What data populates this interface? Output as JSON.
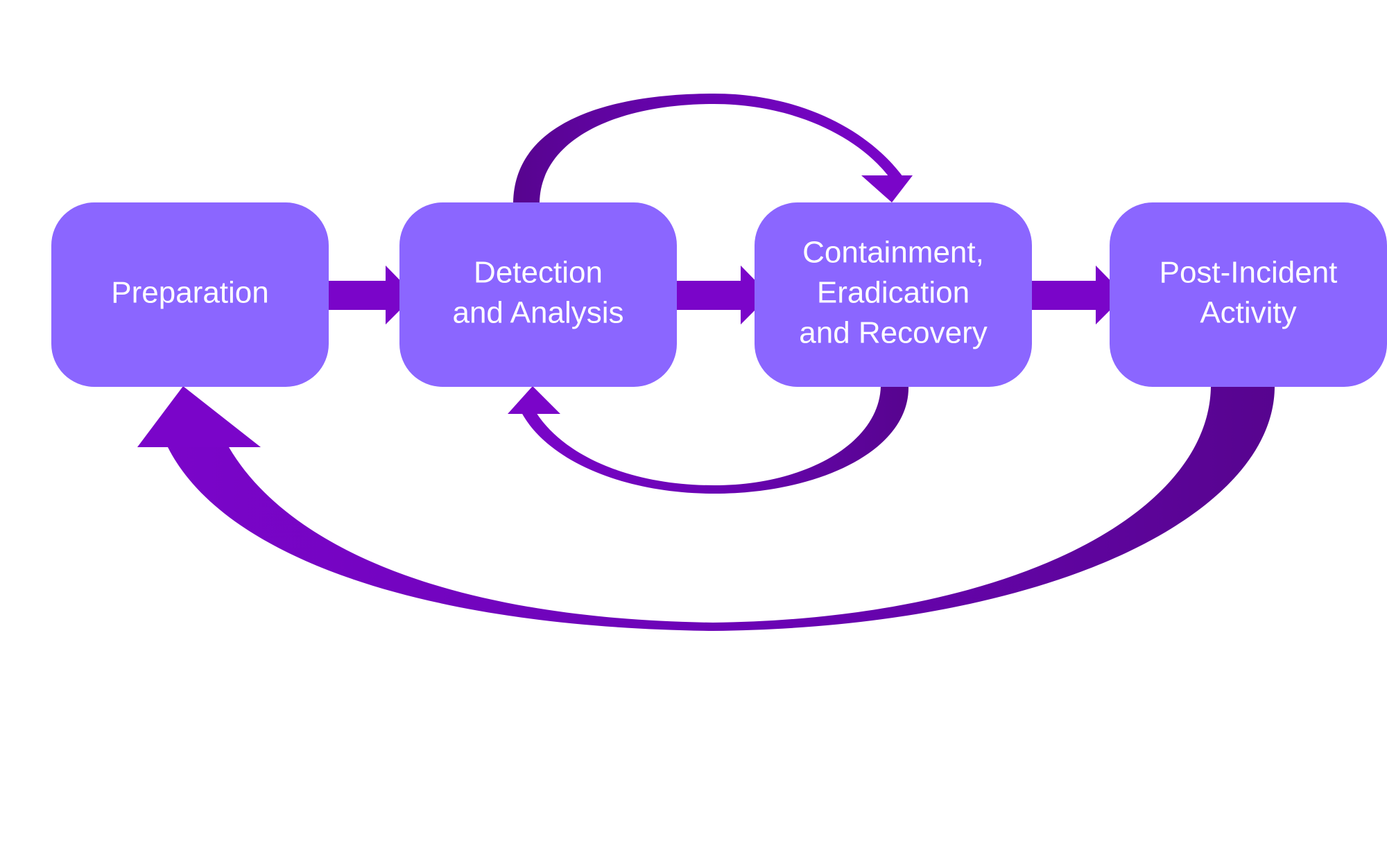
{
  "diagram": {
    "stages": [
      {
        "lines": [
          "Preparation"
        ]
      },
      {
        "lines": [
          "Detection",
          "and Analysis"
        ]
      },
      {
        "lines": [
          "Containment,",
          "Eradication",
          "and Recovery"
        ]
      },
      {
        "lines": [
          "Post-Incident",
          "Activity"
        ]
      }
    ],
    "colors": {
      "box": "#8b66ff",
      "arrow": "#7a05c9",
      "arrow_dark": "#57048f",
      "text": "#ffffff",
      "background": "#ffffff"
    },
    "connections": [
      {
        "from": 0,
        "to": 1,
        "style": "straight"
      },
      {
        "from": 1,
        "to": 2,
        "style": "straight"
      },
      {
        "from": 2,
        "to": 3,
        "style": "straight"
      },
      {
        "from": 1,
        "to": 2,
        "style": "curved-over"
      },
      {
        "from": 2,
        "to": 1,
        "style": "curved-under"
      },
      {
        "from": 3,
        "to": 0,
        "style": "curved-under-long"
      }
    ]
  }
}
